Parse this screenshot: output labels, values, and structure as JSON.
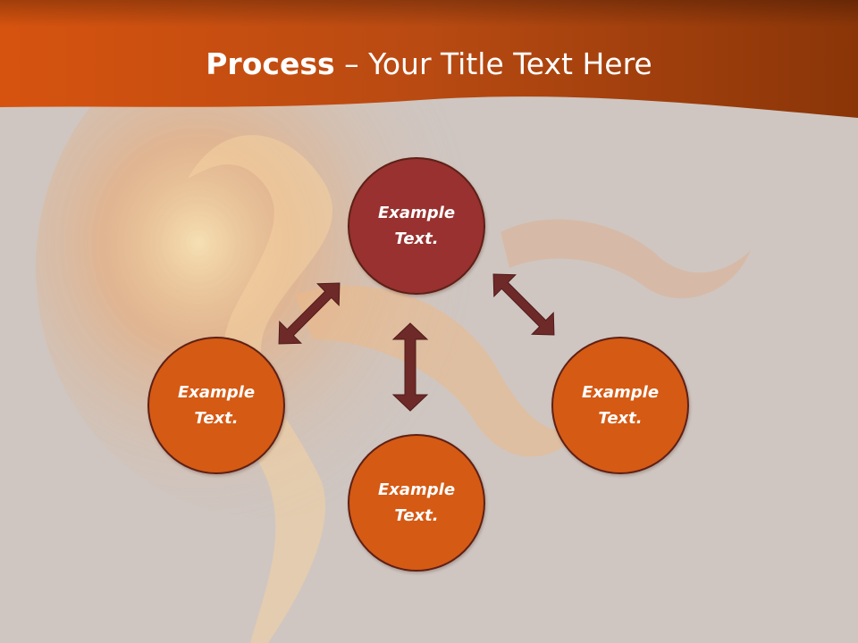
{
  "title": {
    "bold": "Process",
    "separator": " – ",
    "rest": "Your Title Text Here"
  },
  "nodes": {
    "top": "Example Text.",
    "left": "Example Text.",
    "right": "Example Text.",
    "bottom": "Example Text."
  },
  "colors": {
    "header_orange": "#c2440c",
    "center_node": "#98312f",
    "outer_node": "#d55a14",
    "arrow": "#6e2a28",
    "background": "#cfc6c1"
  }
}
